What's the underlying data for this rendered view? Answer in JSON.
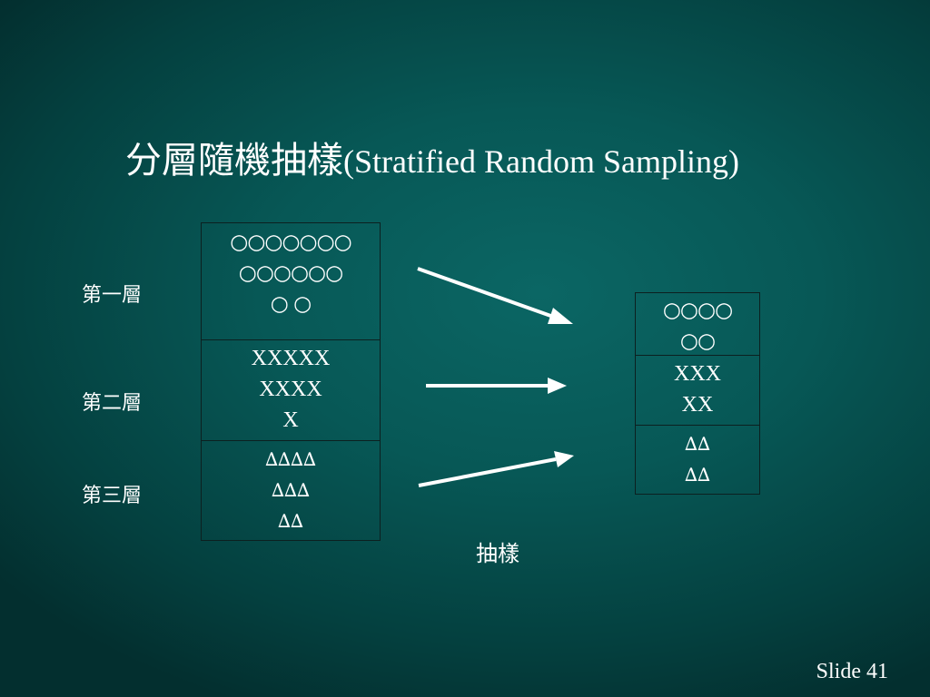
{
  "title": {
    "chinese": "分層隨機抽樣",
    "english": "(Stratified Random Sampling)"
  },
  "strata_labels": [
    "第一層",
    "第二層",
    "第三層"
  ],
  "population": {
    "stratum1": [
      "○○○○○○○",
      "○○○○○○",
      "○ ○"
    ],
    "stratum2": [
      "XXXXX",
      "XXXX",
      "X"
    ],
    "stratum3": [
      "∆∆∆∆",
      "∆∆∆",
      "∆∆"
    ]
  },
  "sample": {
    "stratum1": [
      "○○○○",
      "○○"
    ],
    "stratum2": [
      "XXX",
      "XX"
    ],
    "stratum3": [
      "∆∆",
      "∆∆"
    ]
  },
  "arrow_label": "抽樣",
  "slide_number": "Slide 41",
  "colors": {
    "background": "#075856",
    "text": "#ffffff",
    "box_border": "#0c2020"
  }
}
